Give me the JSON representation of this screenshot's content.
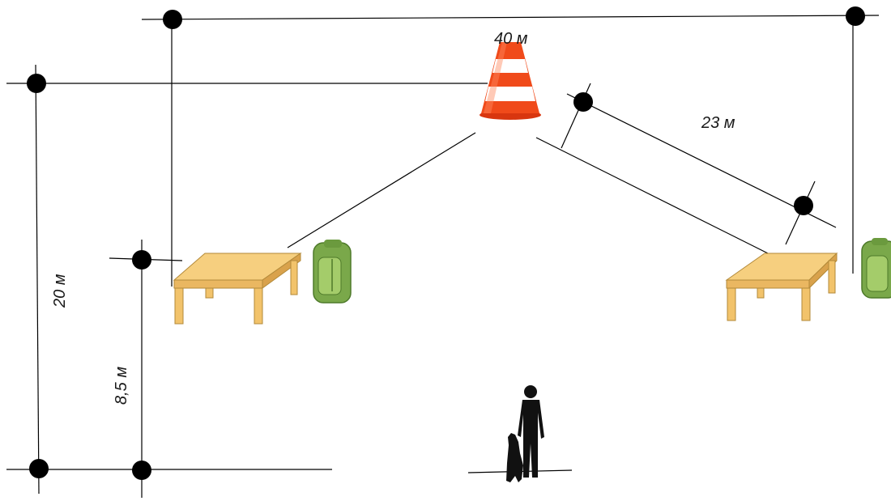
{
  "labels": {
    "top_distance": "40 м",
    "diagonal_distance": "23 м",
    "left_height": "20 м",
    "left_short_height": "8,5 м"
  },
  "objects": {
    "cone_icon": "traffic-cone-icon",
    "table_icon": "table-icon",
    "backpack_icon": "backpack-icon",
    "handler_icon": "person-silhouette-icon",
    "dog_icon": "dog-silhouette-icon"
  },
  "colors": {
    "line": "#000000",
    "table_top": "#f6cf7f",
    "table_leg": "#f2c36b",
    "cone_orange": "#f04a1a",
    "cone_white": "#ffffff",
    "backpack": "#7aa84a"
  }
}
